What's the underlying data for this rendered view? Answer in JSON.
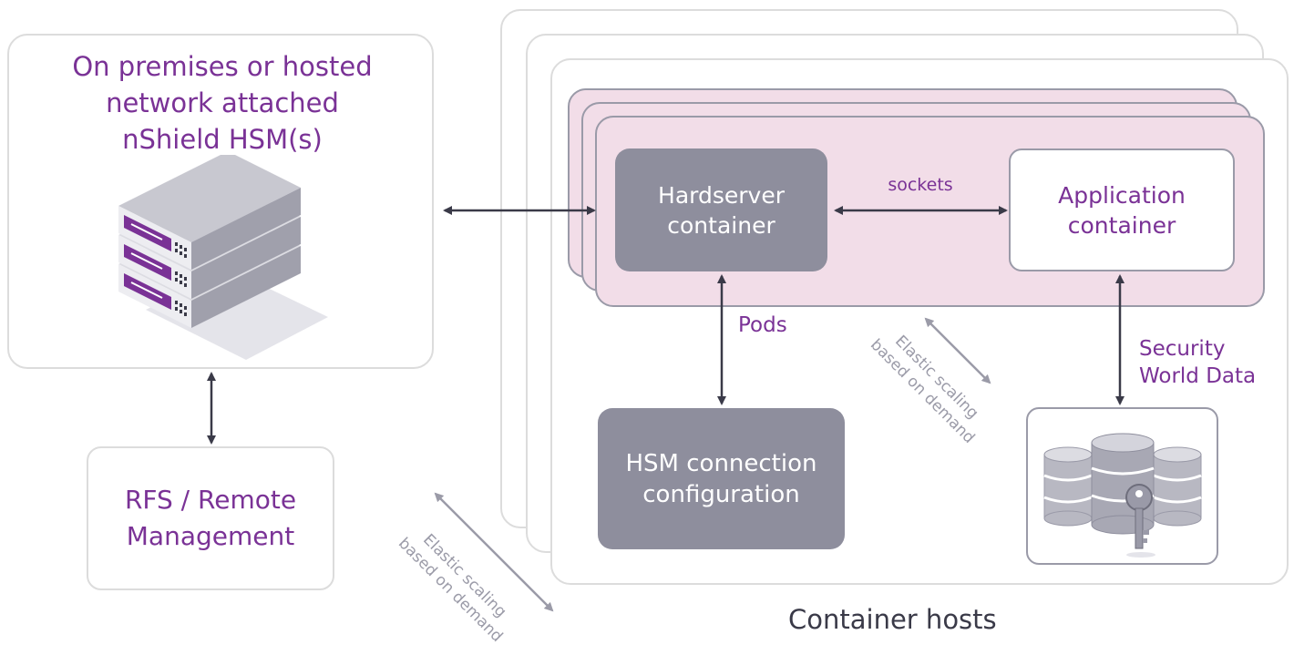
{
  "hsm_box": {
    "title_line1": "On premises or hosted",
    "title_line2": "network attached",
    "title_line3": "nShield HSM(s)"
  },
  "rfs_box": {
    "line1": "RFS / Remote",
    "line2": "Management"
  },
  "hardserver": {
    "line1": "Hardserver",
    "line2": "container"
  },
  "application": {
    "line1": "Application",
    "line2": "container"
  },
  "hsm_config": {
    "line1": "HSM connection",
    "line2": "configuration"
  },
  "labels": {
    "sockets": "sockets",
    "pods": "Pods",
    "security_world_line1": "Security",
    "security_world_line2": "World Data",
    "container_hosts": "Container hosts",
    "elastic_line1": "Elastic scaling",
    "elastic_line2": "based on demand"
  },
  "icons": {
    "hsm": "server-rack-icon",
    "database": "database-key-icon"
  },
  "colors": {
    "purple": "#7a3296",
    "pod_fill": "#f2dde8",
    "container_grey": "#8e8e9d",
    "arrow": "#3a3a48"
  }
}
